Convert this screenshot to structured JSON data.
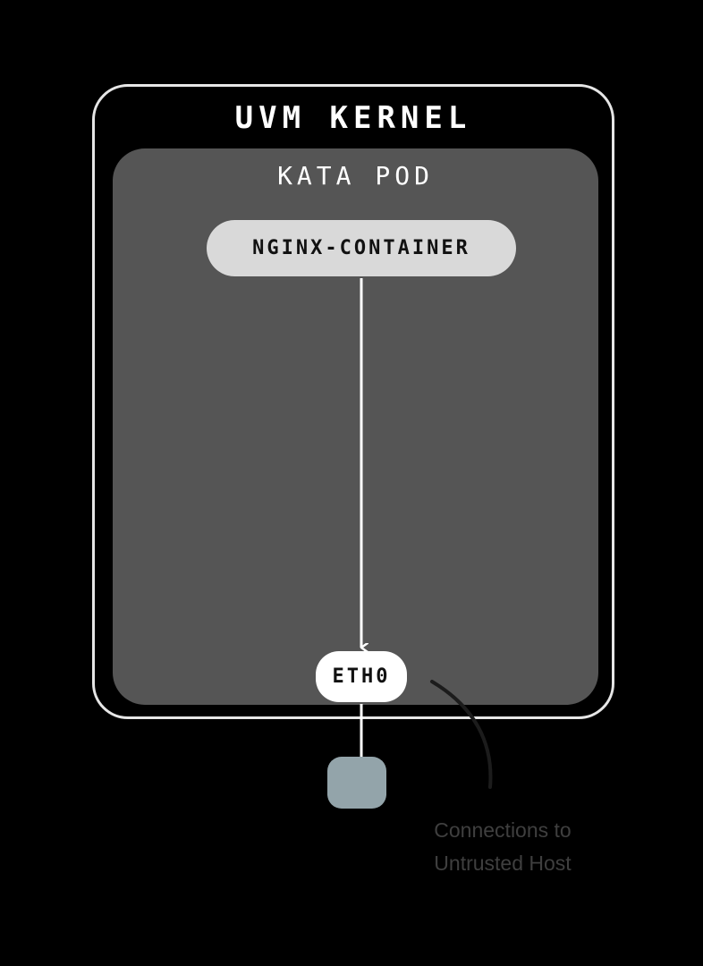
{
  "uvm": {
    "title": "UVM KERNEL"
  },
  "pod": {
    "title": "KATA POD"
  },
  "container": {
    "label": "NGINX-CONTAINER"
  },
  "eth": {
    "label": "ETH0"
  },
  "annotation": {
    "line1": "Connections to",
    "line2": "Untrusted Host"
  },
  "colors": {
    "background": "#000000",
    "uvm_border": "#e6e6e6",
    "pod_fill": "#555555",
    "container_fill": "#d9d9d9",
    "eth_fill": "#ffffff",
    "host_node": "#93a4aa",
    "annotation_text": "#3f3f3f"
  }
}
